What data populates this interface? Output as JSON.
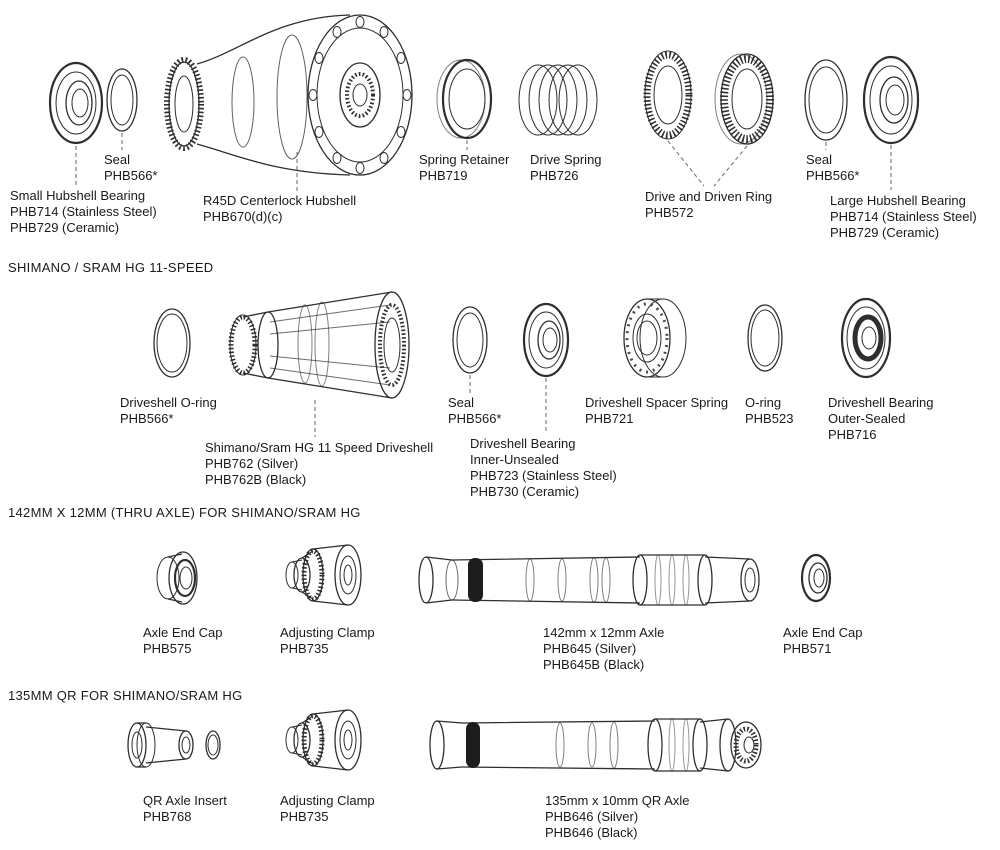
{
  "ink_color": "#2e2e2e",
  "background_color": "#ffffff",
  "sections": {
    "hg11": {
      "heading": "SHIMANO / SRAM HG 11-SPEED"
    },
    "thru_axle": {
      "heading": "142MM X 12MM (THRU AXLE) FOR SHIMANO/SRAM HG"
    },
    "qr": {
      "heading": "135MM QR FOR SHIMANO/SRAM HG"
    }
  },
  "parts": {
    "small_bearing": {
      "lines": [
        "Small Hubshell Bearing",
        "PHB714 (Stainless Steel)",
        "PHB729 (Ceramic)"
      ]
    },
    "seal_left": {
      "lines": [
        "Seal",
        "PHB566*"
      ]
    },
    "hubshell": {
      "lines": [
        "R45D Centerlock Hubshell",
        "PHB670(d)(c)"
      ]
    },
    "spring_retainer": {
      "lines": [
        "Spring Retainer",
        "PHB719"
      ]
    },
    "drive_spring": {
      "lines": [
        "Drive Spring",
        "PHB726"
      ]
    },
    "drive_driven_ring": {
      "lines": [
        "Drive and Driven Ring",
        "PHB572"
      ]
    },
    "seal_right": {
      "lines": [
        "Seal",
        "PHB566*"
      ]
    },
    "large_bearing": {
      "lines": [
        "Large Hubshell Bearing",
        "PHB714 (Stainless Steel)",
        "PHB729 (Ceramic)"
      ]
    },
    "driveshell_oring": {
      "lines": [
        "Driveshell O-ring",
        "PHB566*"
      ]
    },
    "driveshell": {
      "lines": [
        "Shimano/Sram HG 11 Speed Driveshell",
        "PHB762 (Silver)",
        "PHB762B (Black)"
      ]
    },
    "seal_mid": {
      "lines": [
        "Seal",
        "PHB566*"
      ]
    },
    "driveshell_bearing_inner": {
      "lines": [
        "Driveshell Bearing",
        "Inner-Unsealed",
        "PHB723 (Stainless Steel)",
        "PHB730 (Ceramic)"
      ]
    },
    "spacer_spring": {
      "lines": [
        "Driveshell Spacer Spring",
        "PHB721"
      ]
    },
    "oring_523": {
      "lines": [
        "O-ring",
        "PHB523"
      ]
    },
    "driveshell_bearing_outer": {
      "lines": [
        "Driveshell Bearing",
        "Outer-Sealed",
        "PHB716"
      ]
    },
    "axle_end_cap_575": {
      "lines": [
        "Axle End Cap",
        "PHB575"
      ]
    },
    "adjusting_clamp_1": {
      "lines": [
        "Adjusting Clamp",
        "PHB735"
      ]
    },
    "axle_142": {
      "lines": [
        "142mm x 12mm Axle",
        "PHB645 (Silver)",
        "PHB645B (Black)"
      ]
    },
    "axle_end_cap_571": {
      "lines": [
        "Axle End Cap",
        "PHB571"
      ]
    },
    "qr_axle_insert": {
      "lines": [
        "QR Axle Insert",
        "PHB768"
      ]
    },
    "adjusting_clamp_2": {
      "lines": [
        "Adjusting Clamp",
        "PHB735"
      ]
    },
    "axle_135": {
      "lines": [
        "135mm x 10mm QR Axle",
        "PHB646 (Silver)",
        "PHB646 (Black)"
      ]
    }
  }
}
